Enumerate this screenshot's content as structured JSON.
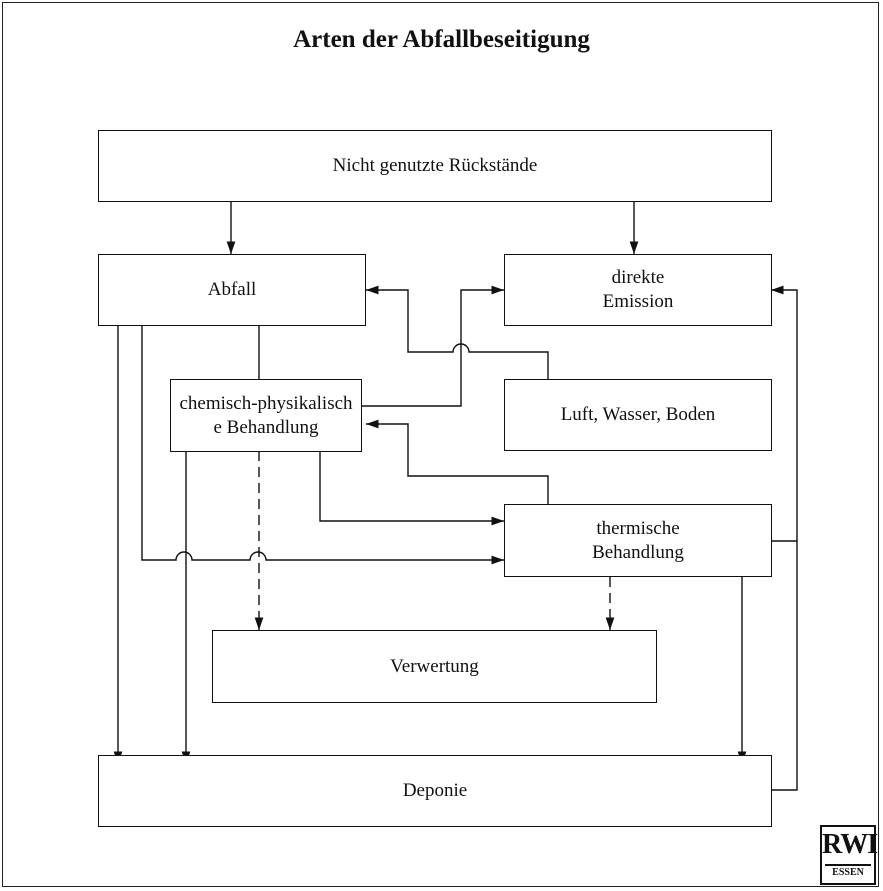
{
  "title": "Arten der Abfallbeseitigung",
  "nodes": {
    "rueckstaende": "Nicht genutzte Rückstände",
    "abfall": "Abfall",
    "emission": "direkte Emission",
    "chemisch": "chemisch-physikalische Behandlung",
    "luft": "Luft, Wasser, Boden",
    "thermisch": "thermische Behandlung",
    "verwertung": "Verwertung",
    "deponie": "Deponie"
  },
  "logo": {
    "main": "RWI",
    "sub": "ESSEN"
  }
}
